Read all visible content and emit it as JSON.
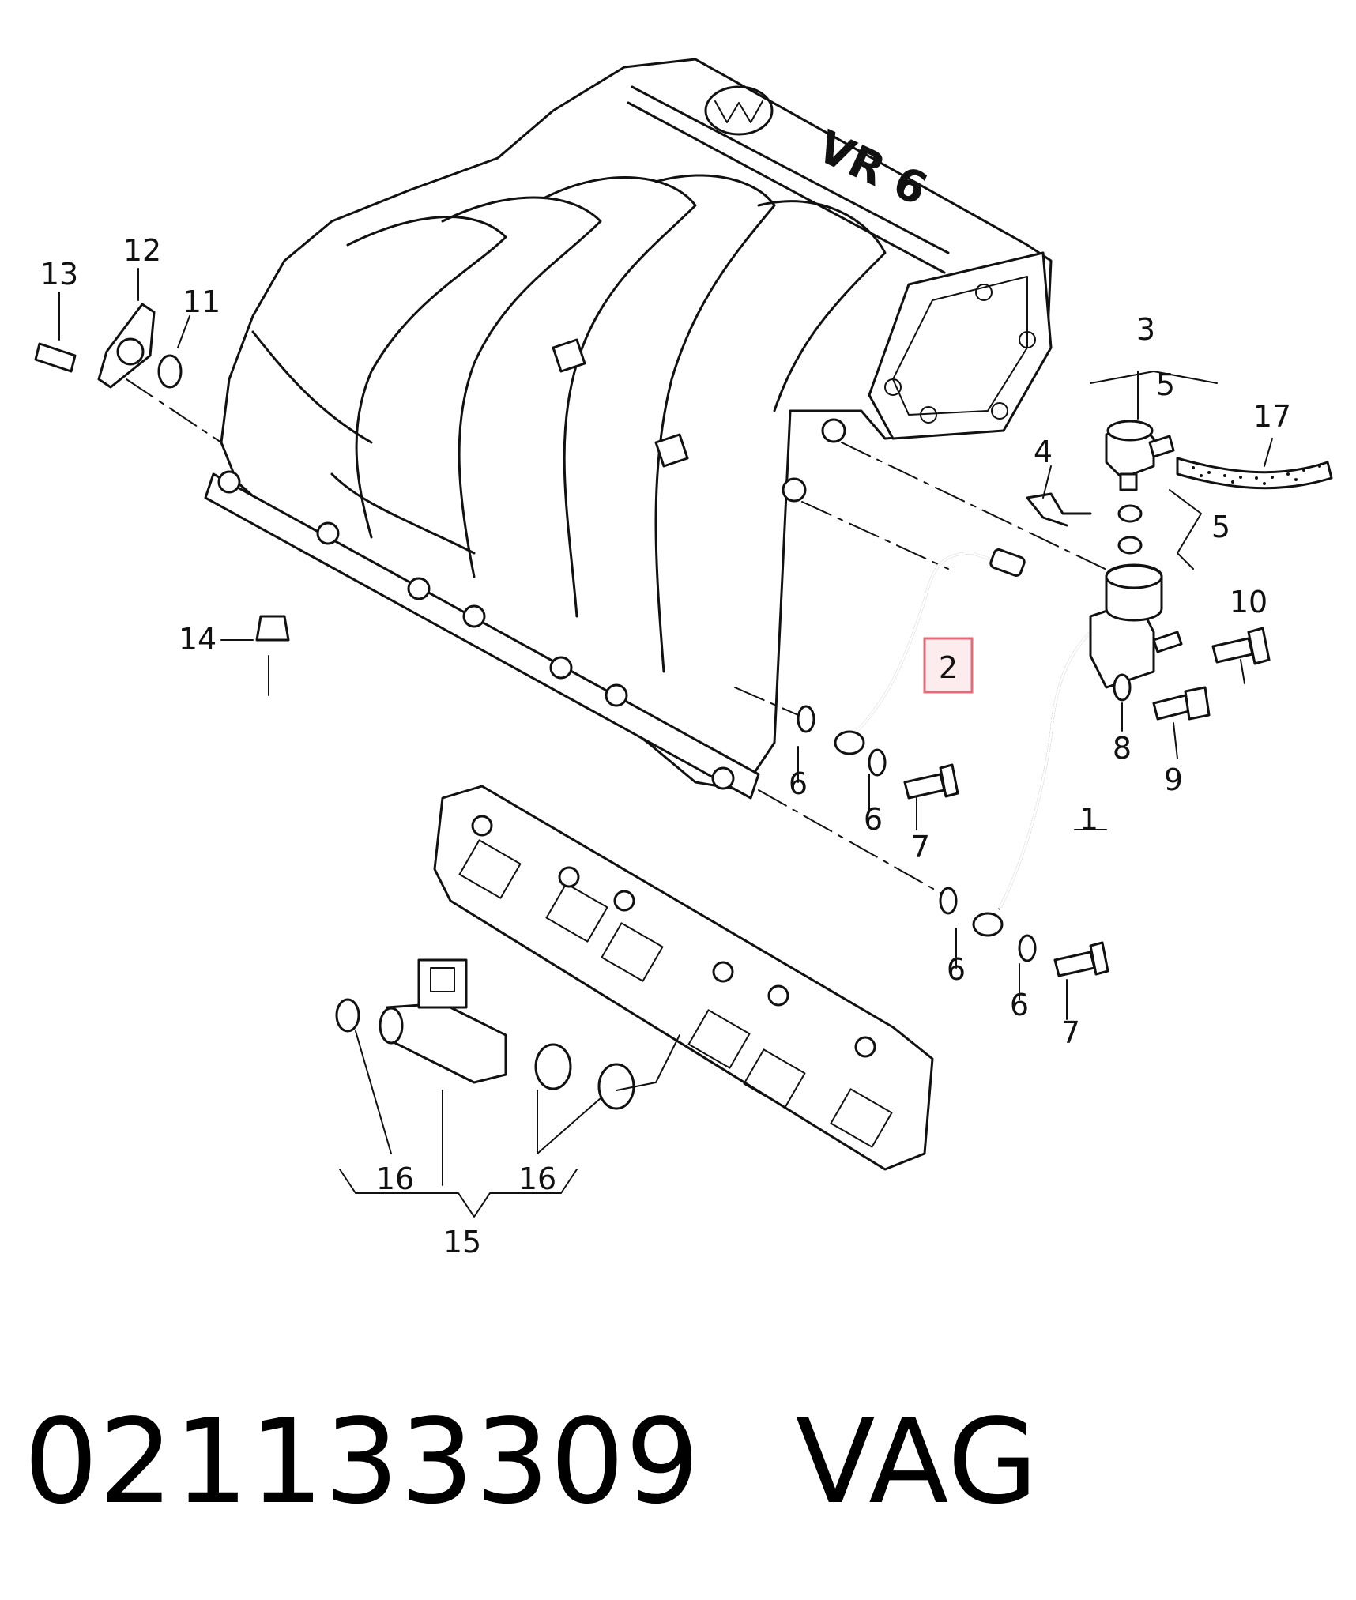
{
  "diagram": {
    "logo_text": "VR 6",
    "highlight_color": "#e06c78",
    "callouts": {
      "c1": "1",
      "c2": "2",
      "c3": "3",
      "c4": "4",
      "c5a": "5",
      "c5b": "5",
      "c6a": "6",
      "c6b": "6",
      "c6c": "6",
      "c6d": "6",
      "c7a": "7",
      "c7b": "7",
      "c8": "8",
      "c9": "9",
      "c10": "10",
      "c11": "11",
      "c12": "12",
      "c13": "13",
      "c14": "14",
      "c15": "15",
      "c16a": "16",
      "c16b": "16",
      "c17": "17"
    }
  },
  "caption": {
    "part_number": "021133309",
    "brand": "VAG"
  }
}
